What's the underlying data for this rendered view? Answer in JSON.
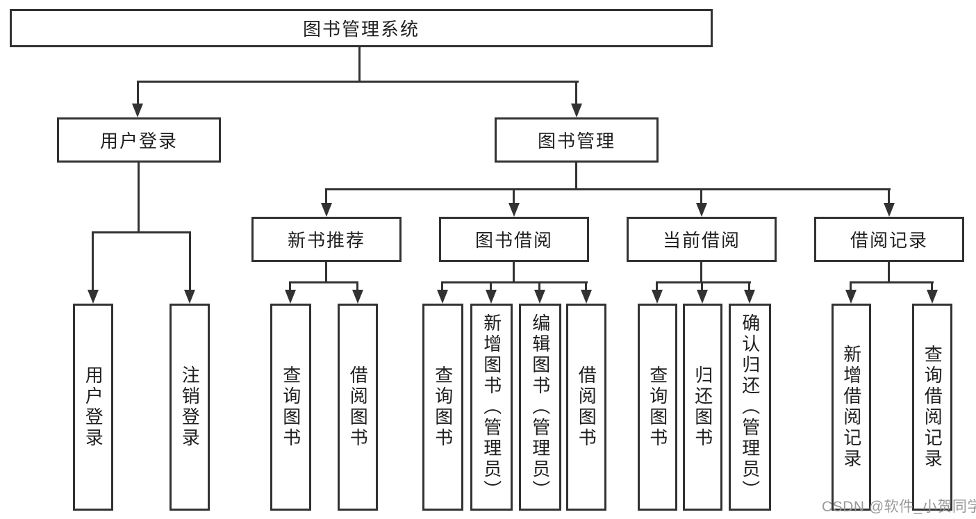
{
  "diagram": {
    "kind": "functional-structure-tree",
    "tree": {
      "label": "图书管理系统",
      "children": [
        {
          "label": "用户登录",
          "children": [
            {
              "label": "用户登录"
            },
            {
              "label": "注销登录"
            }
          ]
        },
        {
          "label": "图书管理",
          "children": [
            {
              "label": "新书推荐",
              "children": [
                {
                  "label": "查询图书"
                },
                {
                  "label": "借阅图书"
                }
              ]
            },
            {
              "label": "图书借阅",
              "children": [
                {
                  "label": "查询图书"
                },
                {
                  "label": "新增图书（管理员）"
                },
                {
                  "label": "编辑图书（管理员）"
                },
                {
                  "label": "借阅图书"
                }
              ]
            },
            {
              "label": "当前借阅",
              "children": [
                {
                  "label": "查询图书"
                },
                {
                  "label": "归还图书"
                },
                {
                  "label": "确认归还（管理员）"
                }
              ]
            },
            {
              "label": "借阅记录",
              "children": [
                {
                  "label": "新增借阅记录"
                },
                {
                  "label": "查询借阅记录"
                }
              ]
            }
          ]
        }
      ]
    },
    "colors": {
      "line": "#323232",
      "box_border": "#323232",
      "box_background": "#ffffff",
      "text": "#1f1f1f",
      "watermark": "#949494",
      "page_background": "#ffffff"
    }
  },
  "watermark": {
    "text": "CSDN @软件_小贺同学"
  }
}
